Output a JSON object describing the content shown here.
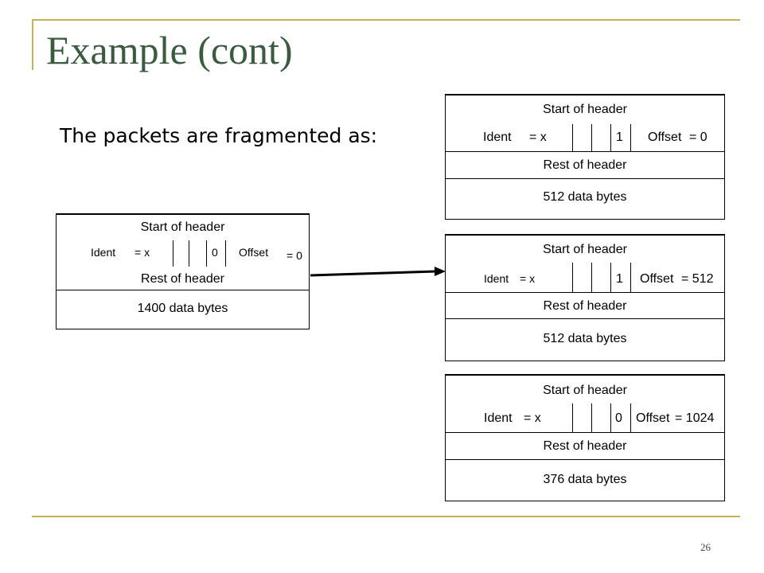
{
  "slide": {
    "title": "Example (cont)",
    "subtitle": "The packets are fragmented as:",
    "page_number": "26"
  },
  "original_packet": {
    "start_label": "Start of header",
    "ident_label": "Ident",
    "ident_value": "= x",
    "flag": "0",
    "offset_label": "Offset",
    "offset_value": "= 0",
    "rest_label": "Rest of header",
    "data_label": "1400 data bytes"
  },
  "fragments": [
    {
      "start_label": "Start of header",
      "ident_label": "Ident",
      "ident_value": "= x",
      "flag": "1",
      "offset_label": "Offset",
      "offset_value": "= 0",
      "rest_label": "Rest of header",
      "data_label": "512 data bytes"
    },
    {
      "start_label": "Start of header",
      "ident_label": "Ident",
      "ident_value": "= x",
      "flag": "1",
      "offset_label": "Offset",
      "offset_value": "= 512",
      "rest_label": "Rest of header",
      "data_label": "512 data bytes"
    },
    {
      "start_label": "Start of header",
      "ident_label": "Ident",
      "ident_value": "= x",
      "flag": "0",
      "offset_label": "Offset",
      "offset_value": "= 1024",
      "rest_label": "Rest of header",
      "data_label": "376 data bytes"
    }
  ],
  "colors": {
    "accent_lines": "#c8b253",
    "title_color": "#3a5c3e"
  }
}
